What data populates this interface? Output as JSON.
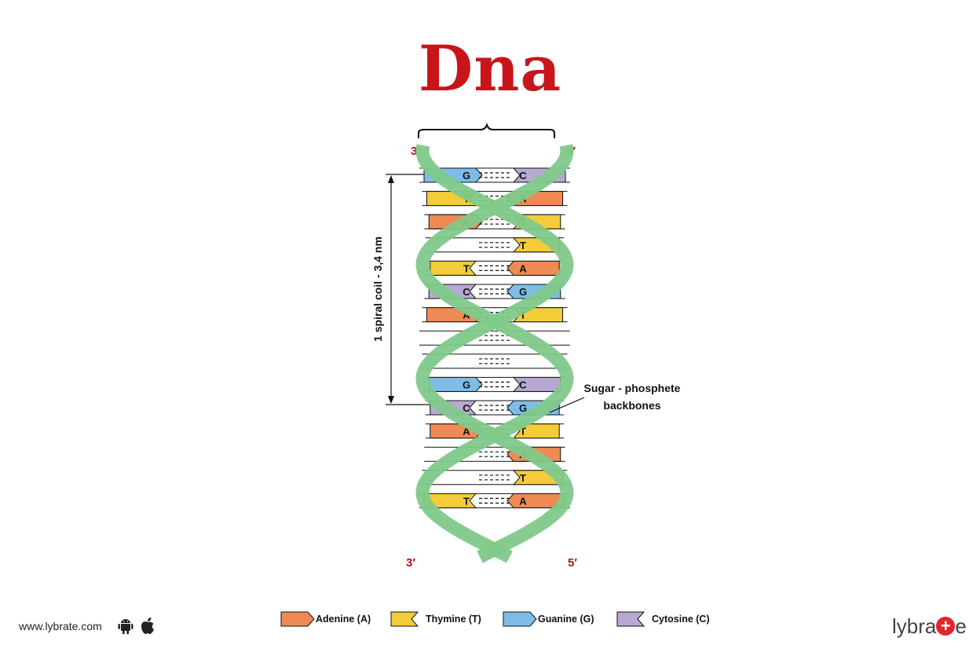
{
  "title": "Dna",
  "strand_ends": {
    "top_left": "3′",
    "top_right": "5′",
    "bottom_left": "3′",
    "bottom_right": "5′"
  },
  "measurement_label": "1 spiral coil - 3,4 nm",
  "backbone_label": [
    "Sugar - phosphete",
    "backbones"
  ],
  "base_pairs": [
    {
      "left": "G",
      "right": "C"
    },
    {
      "left": "T",
      "right": "A"
    },
    {
      "left": "A",
      "right": "T"
    },
    {
      "left": "",
      "right": "T"
    },
    {
      "left": "T",
      "right": "A"
    },
    {
      "left": "C",
      "right": "G"
    },
    {
      "left": "A",
      "right": "T"
    },
    {
      "left": "",
      "right": ""
    },
    {
      "left": "",
      "right": ""
    },
    {
      "left": "G",
      "right": "C"
    },
    {
      "left": "C",
      "right": "G"
    },
    {
      "left": "A",
      "right": "T"
    },
    {
      "left": "",
      "right": "A"
    },
    {
      "left": "",
      "right": "T"
    },
    {
      "left": "T",
      "right": "A"
    }
  ],
  "base_colors": {
    "A": "#ef8a55",
    "T": "#f4cc3a",
    "G": "#7fbde8",
    "C": "#b8a9d4"
  },
  "strand_color": "#7fc98a",
  "legend": [
    {
      "base": "A",
      "label": "Adenine (A)"
    },
    {
      "base": "T",
      "label": "Thymine (T)"
    },
    {
      "base": "G",
      "label": "Guanine (G)"
    },
    {
      "base": "C",
      "label": "Cytosine (C)"
    }
  ],
  "footer": {
    "url": "www.lybrate.com",
    "brand_prefix": "lybra",
    "brand_suffix": "e"
  }
}
